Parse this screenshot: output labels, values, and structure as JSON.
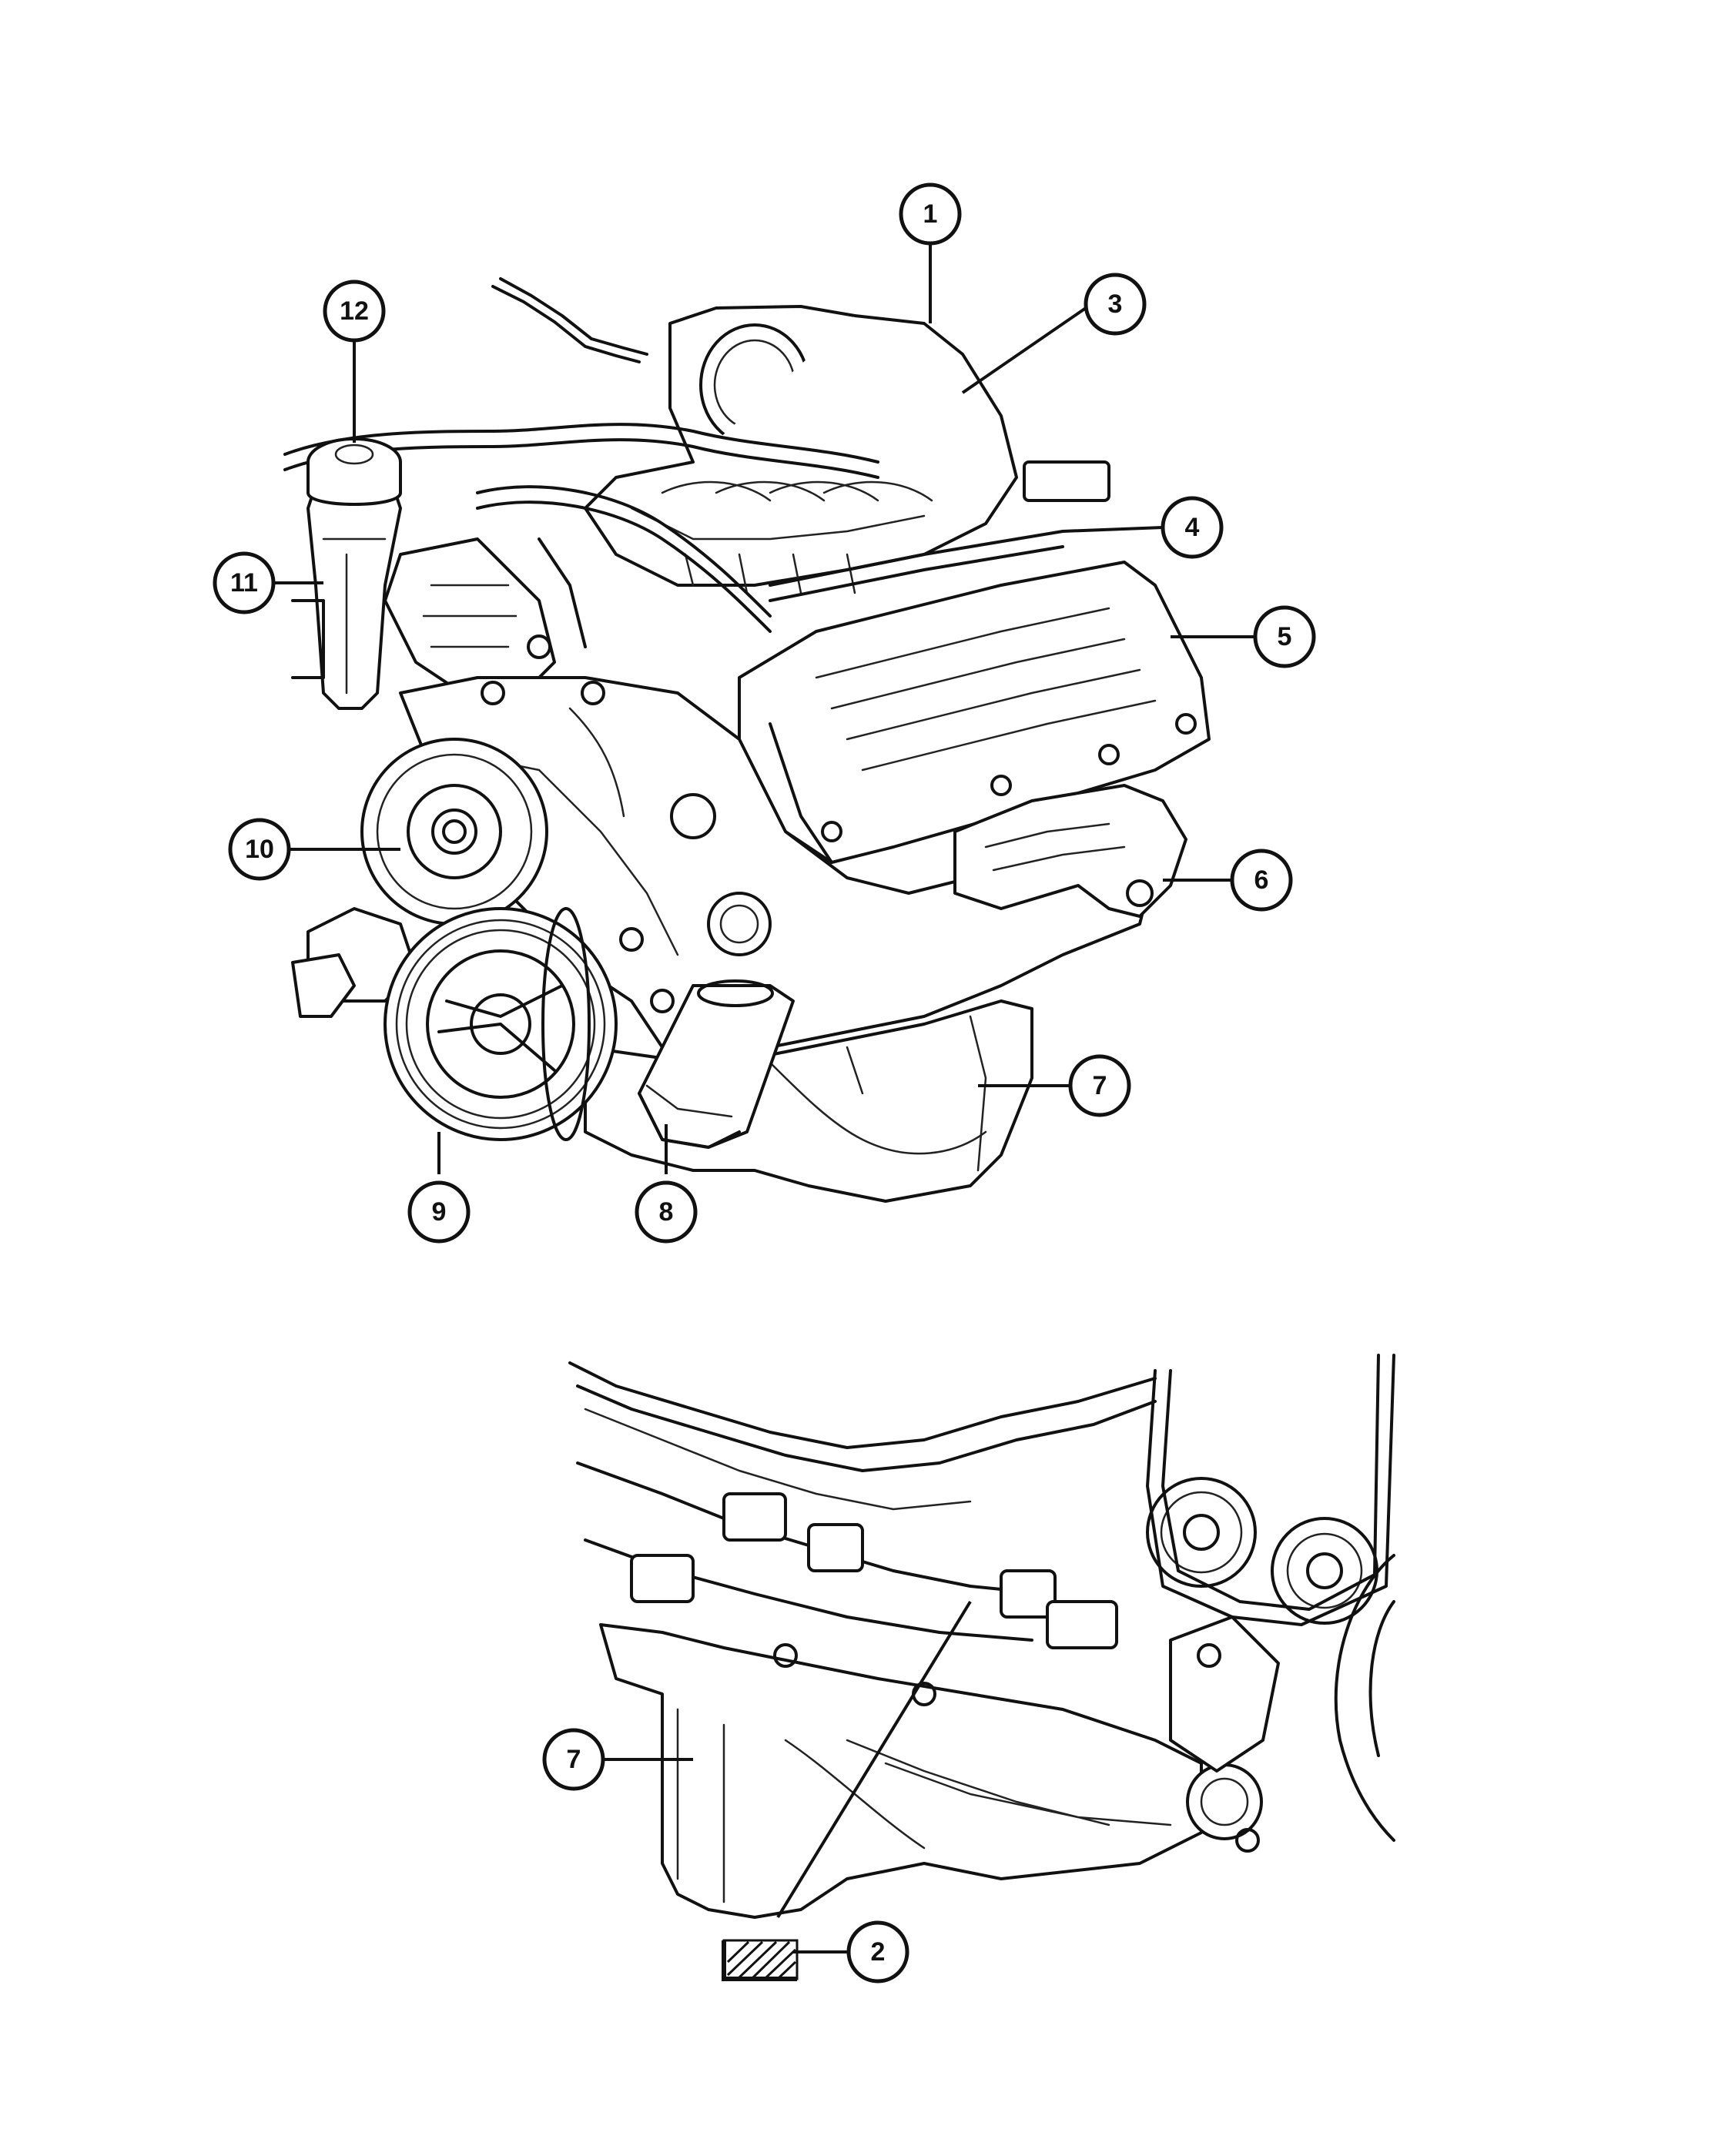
{
  "callouts": {
    "c1": "1",
    "c2": "2",
    "c3": "3",
    "c4": "4",
    "c5": "5",
    "c6": "6",
    "c7_top": "7",
    "c7_bottom": "7",
    "c8": "8",
    "c9": "9",
    "c10": "10",
    "c11": "11",
    "c12": "12"
  }
}
